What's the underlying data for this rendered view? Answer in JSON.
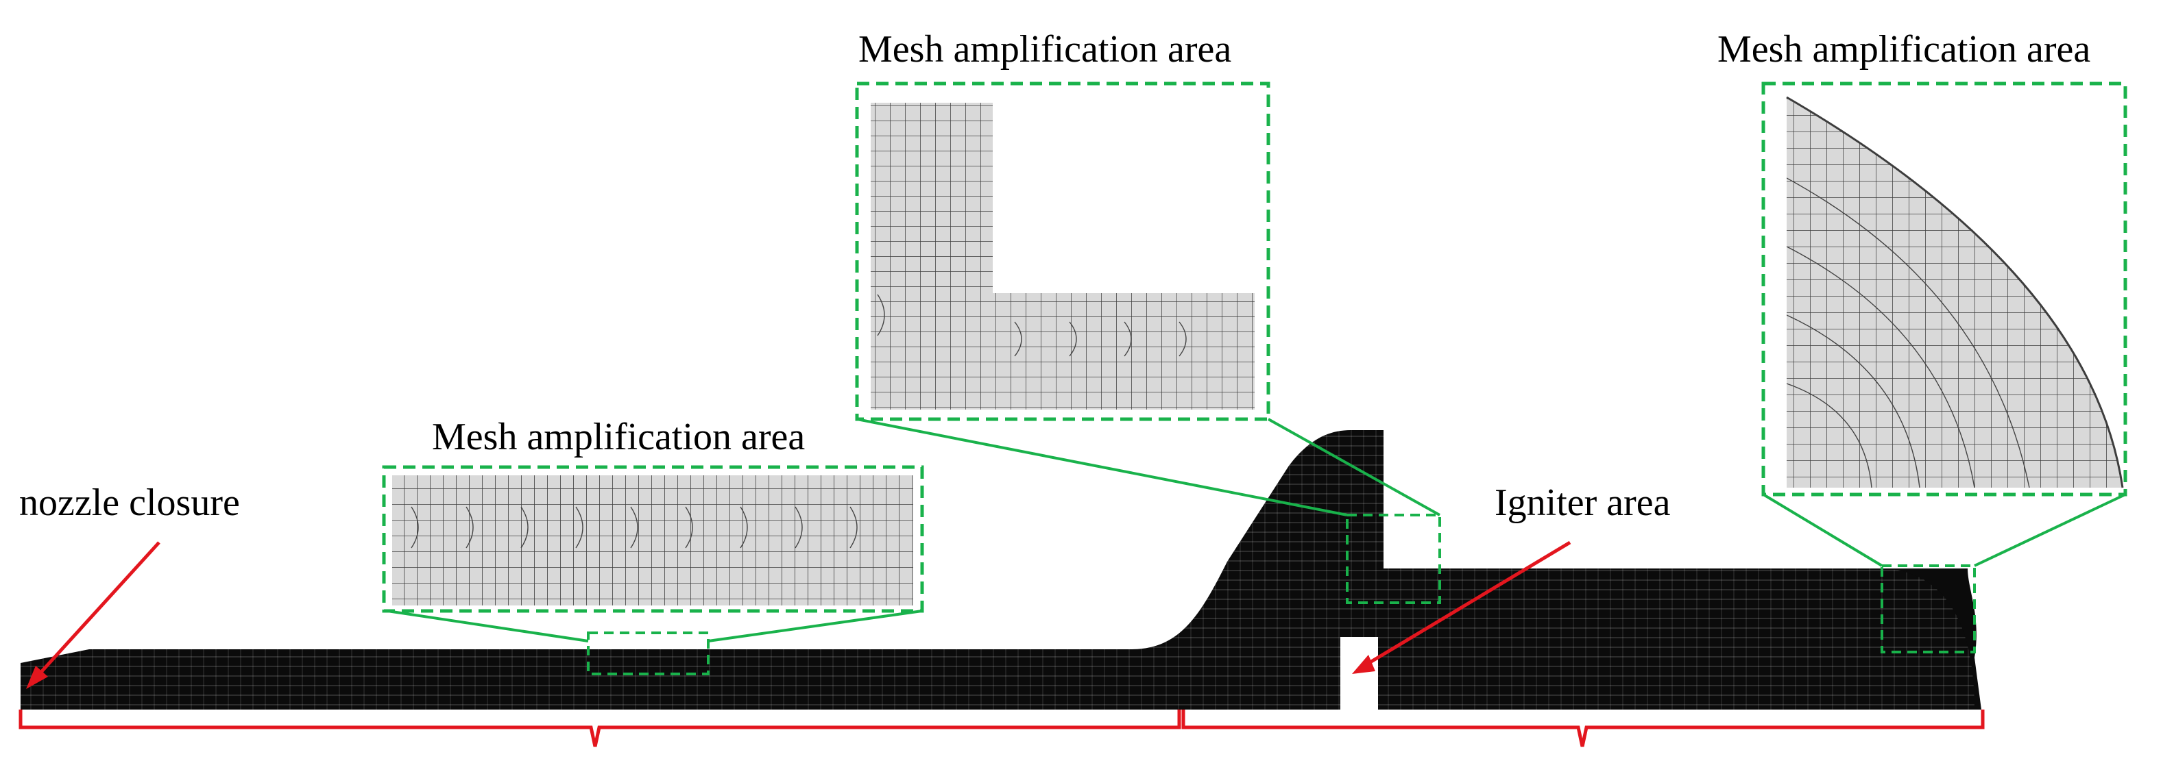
{
  "labels": {
    "mesh_amp_1": "Mesh amplification area",
    "mesh_amp_2": "Mesh amplification area",
    "mesh_amp_3": "Mesh amplification area",
    "nozzle_closure": "nozzle closure",
    "igniter_area": "Igniter area"
  },
  "colors": {
    "zoom_frame": "#19b24b",
    "arrow": "#e3161e",
    "mesh_solid": "#0b0b0b",
    "zoom_fill": "#d9d9d9",
    "zoom_line": "#3d3d3d"
  }
}
